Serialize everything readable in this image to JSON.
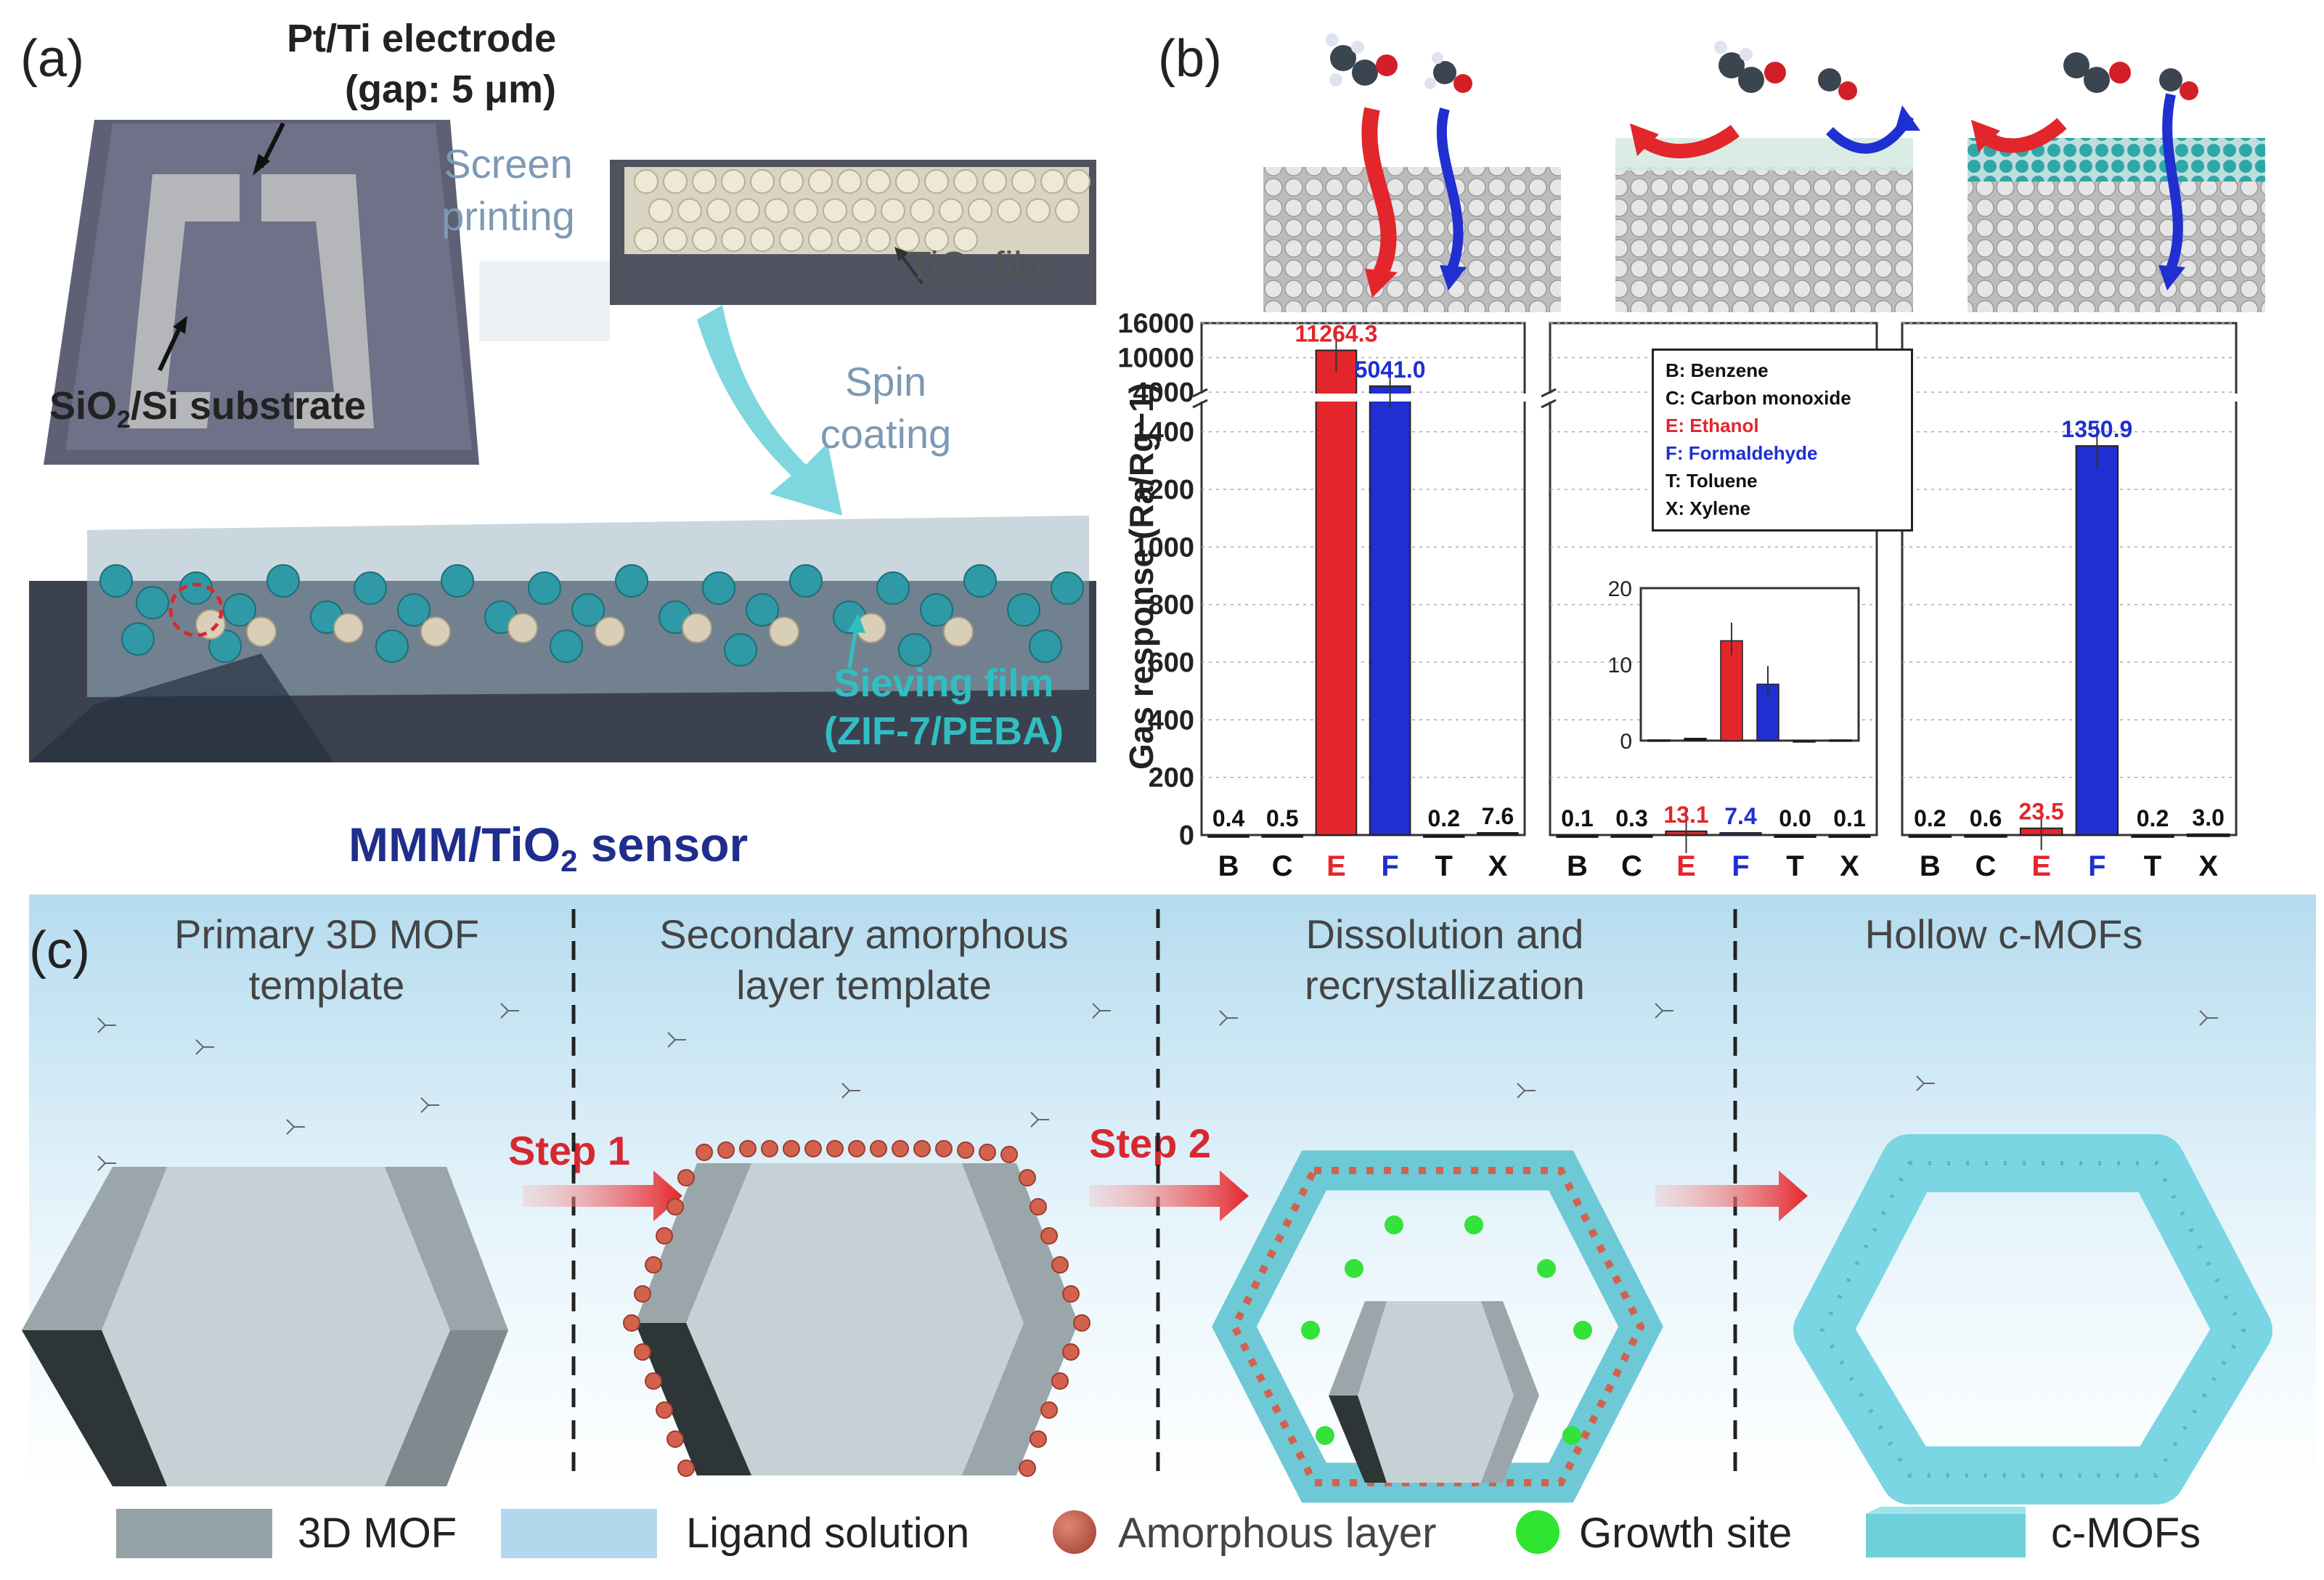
{
  "panel_a": {
    "label": "(a)",
    "electrode_label_line1": "Pt/Ti electrode",
    "electrode_label_line2": "(gap: 5 μm)",
    "screen_printing": "Screen\nprinting",
    "tio2_film": "TiO",
    "tio2_sub": "2",
    "tio2_suffix": " film",
    "substrate_prefix": "SiO",
    "substrate_sub": "2",
    "substrate_suffix": "/Si substrate",
    "spin_coating": "Spin\ncoating",
    "sieving_film": "Sieving film\n(ZIF-7/PEBA)",
    "sensor_prefix": "MMM/TiO",
    "sensor_sub": "2",
    "sensor_suffix": " sensor"
  },
  "panel_b": {
    "label": "(b)",
    "legend": [
      {
        "key": "B",
        "name": "Benzene",
        "color": "#111111"
      },
      {
        "key": "C",
        "name": "Carbon monoxide",
        "color": "#111111"
      },
      {
        "key": "E",
        "name": "Ethanol",
        "color": "#e3262b"
      },
      {
        "key": "F",
        "name": "Formaldehyde",
        "color": "#1f2fd0"
      },
      {
        "key": "T",
        "name": "Toluene",
        "color": "#111111"
      },
      {
        "key": "X",
        "name": "Xylene",
        "color": "#111111"
      }
    ]
  },
  "chart_data": [
    {
      "type": "bar",
      "categories": [
        "B",
        "C",
        "E",
        "F",
        "T",
        "X"
      ],
      "values": [
        0.4,
        0.5,
        11264.3,
        5041.0,
        0.2,
        7.6
      ],
      "value_labels": [
        "0.4",
        "0.5",
        "11264.3",
        "5041.0",
        "0.2",
        "7.6"
      ],
      "colors": [
        "#111111",
        "#111111",
        "#e3262b",
        "#1f2fd0",
        "#111111",
        "#111111"
      ],
      "ylabel": "Gas response (Ra/Rg−1)",
      "yticks_lower": [
        "0",
        "200",
        "400",
        "600",
        "800",
        "1000",
        "1200",
        "1400"
      ],
      "yticks_upper": [
        "4000",
        "10000",
        "16000"
      ],
      "ylim": [
        0,
        16000
      ],
      "axis_break": [
        1500,
        4000
      ]
    },
    {
      "type": "bar",
      "categories": [
        "B",
        "C",
        "E",
        "F",
        "T",
        "X"
      ],
      "values": [
        0.1,
        0.3,
        13.1,
        7.4,
        0.0,
        0.1
      ],
      "value_labels": [
        "0.1",
        "0.3",
        "13.1",
        "7.4",
        "0.0",
        "0.1"
      ],
      "colors": [
        "#111111",
        "#111111",
        "#e3262b",
        "#1f2fd0",
        "#111111",
        "#111111"
      ],
      "ylim": [
        0,
        16000
      ],
      "inset": {
        "ylim": [
          0,
          20
        ],
        "yticks": [
          "0",
          "10",
          "20"
        ]
      }
    },
    {
      "type": "bar",
      "categories": [
        "B",
        "C",
        "E",
        "F",
        "T",
        "X"
      ],
      "values": [
        0.2,
        0.6,
        23.5,
        1350.9,
        0.2,
        3.0
      ],
      "value_labels": [
        "0.2",
        "0.6",
        "23.5",
        "1350.9",
        "0.2",
        "3.0"
      ],
      "colors": [
        "#111111",
        "#111111",
        "#e3262b",
        "#1f2fd0",
        "#111111",
        "#111111"
      ],
      "ylim": [
        0,
        16000
      ]
    }
  ],
  "panel_c": {
    "label": "(c)",
    "steps": [
      {
        "title": "Primary 3D MOF\ntemplate"
      },
      {
        "title": "Secondary amorphous\nlayer template"
      },
      {
        "title": "Dissolution and\nrecrystallization"
      },
      {
        "title": "Hollow c-MOFs"
      }
    ],
    "step1": "Step 1",
    "step2": "Step 2",
    "legend": [
      {
        "label": "3D MOF"
      },
      {
        "label": "Ligand solution"
      },
      {
        "label": "Amorphous layer"
      },
      {
        "label": "Growth site"
      },
      {
        "label": "c-MOFs"
      }
    ]
  }
}
